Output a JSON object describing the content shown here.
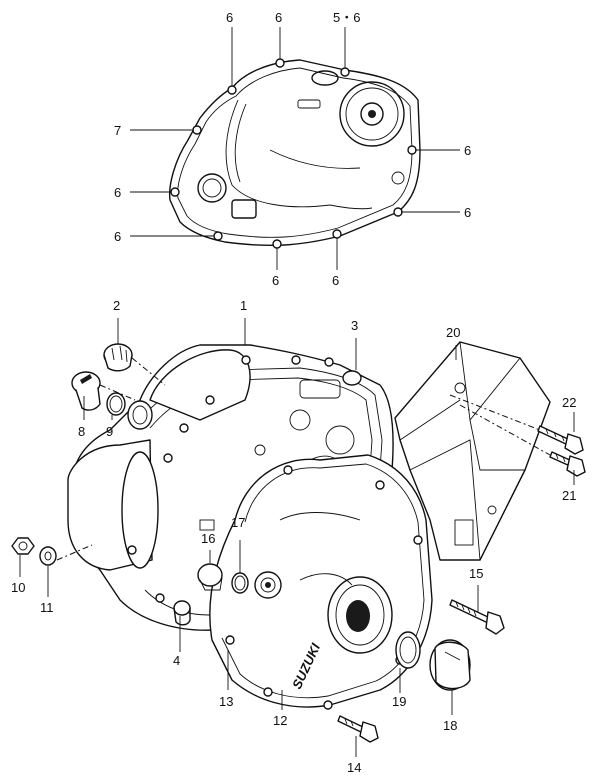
{
  "labels": {
    "l1": "1",
    "l2": "2",
    "l3": "3",
    "l4": "4",
    "l5_6": "5・6",
    "l6": "6",
    "l7": "7",
    "l8": "8",
    "l9": "9",
    "l10": "10",
    "l11": "11",
    "l12": "12",
    "l13": "13",
    "l14": "14",
    "l15": "15",
    "l16": "16",
    "l17": "17",
    "l18": "18",
    "l19": "19",
    "l20": "20",
    "l21": "21",
    "l22": "22"
  },
  "logo_text": "SUZUKI"
}
